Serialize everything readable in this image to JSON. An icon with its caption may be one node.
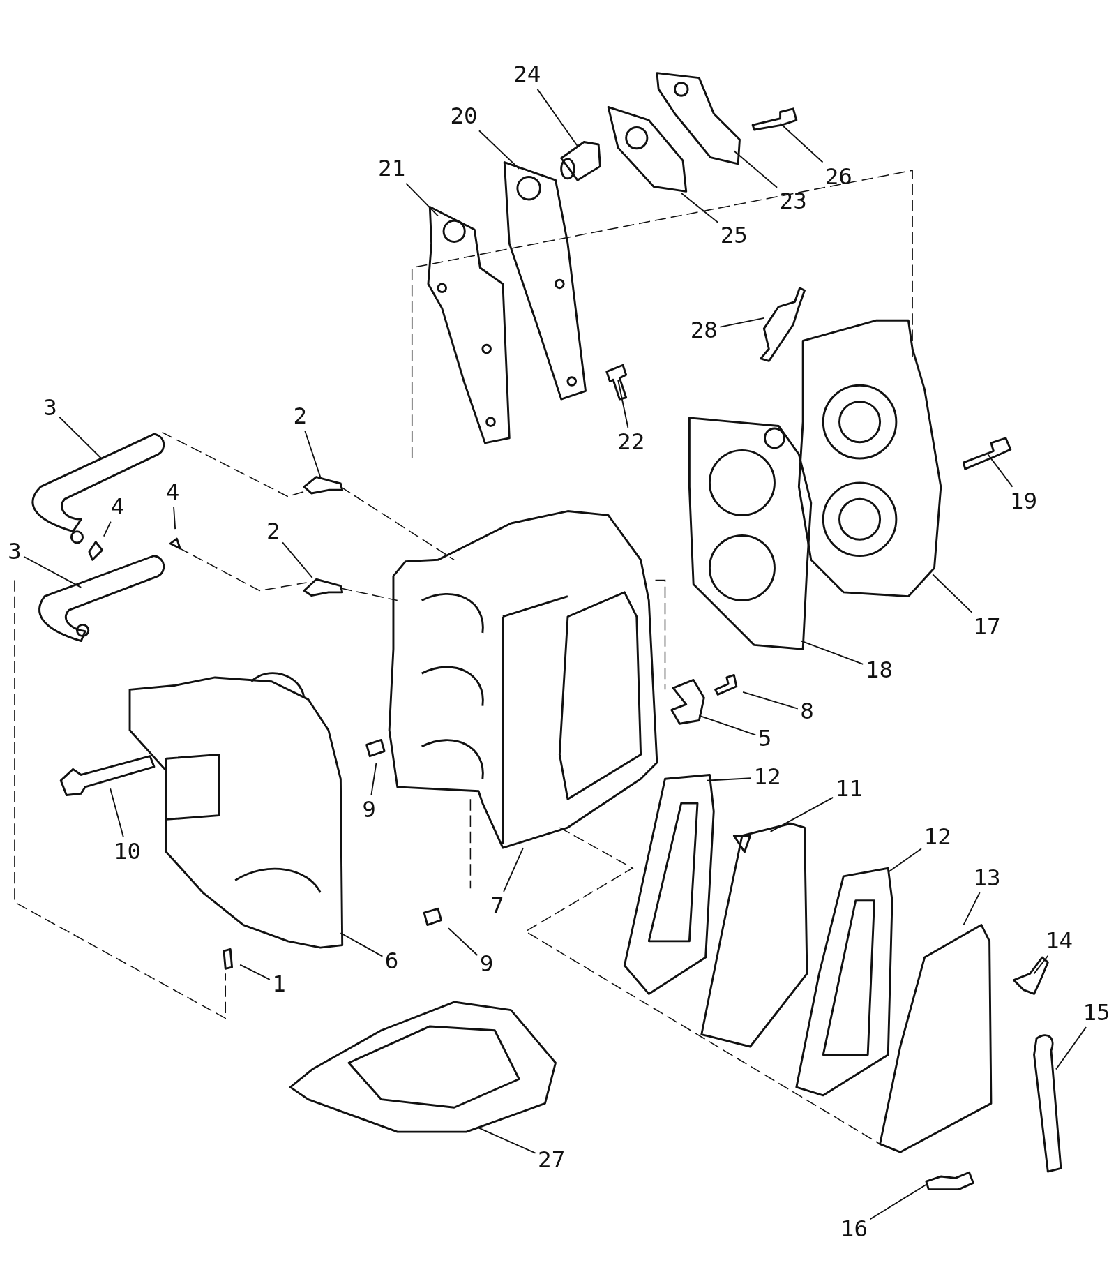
{
  "diagram": {
    "nodes": [
      {
        "text": [
          "24"
        ]
      },
      {
        "text": [
          "20"
        ]
      },
      {
        "text": [
          "21"
        ]
      },
      {
        "text": [
          "26"
        ]
      },
      {
        "text": [
          "23"
        ]
      },
      {
        "text": [
          "25"
        ]
      },
      {
        "text": [
          "28"
        ]
      },
      {
        "text": [
          "3"
        ]
      },
      {
        "text": [
          "2"
        ]
      },
      {
        "text": [
          "22"
        ]
      },
      {
        "text": [
          "4"
        ]
      },
      {
        "text": [
          "19"
        ]
      },
      {
        "text": [
          "4"
        ]
      },
      {
        "text": [
          "2"
        ]
      },
      {
        "text": [
          "3"
        ]
      },
      {
        "text": [
          "17"
        ]
      },
      {
        "text": [
          "18"
        ]
      },
      {
        "text": [
          "8"
        ]
      },
      {
        "text": [
          "5"
        ]
      },
      {
        "text": [
          "12"
        ]
      },
      {
        "text": [
          "11"
        ]
      },
      {
        "text": [
          "9"
        ]
      },
      {
        "text": [
          "12"
        ]
      },
      {
        "text": [
          "10"
        ]
      },
      {
        "text": [
          "13"
        ]
      },
      {
        "text": [
          "7"
        ]
      },
      {
        "text": [
          "14"
        ]
      },
      {
        "text": [
          "9"
        ]
      },
      {
        "text": [
          "6"
        ]
      },
      {
        "text": [
          "1"
        ]
      },
      {
        "text": [
          "15"
        ]
      },
      {
        "text": [
          "27"
        ]
      },
      {
        "text": [
          "16"
        ]
      }
    ],
    "edges": [
      {
        "from": 0,
        "to": null,
        "arrow": "none"
      },
      {
        "from": 1,
        "to": null,
        "arrow": "none"
      },
      {
        "from": 2,
        "to": null,
        "arrow": "none"
      },
      {
        "from": 3,
        "to": null,
        "arrow": "none"
      },
      {
        "from": 4,
        "to": null,
        "arrow": "none"
      },
      {
        "from": 5,
        "to": null,
        "arrow": "none"
      },
      {
        "from": 6,
        "to": null,
        "arrow": "none"
      },
      {
        "from": 7,
        "to": null,
        "arrow": "none"
      },
      {
        "from": 8,
        "to": null,
        "arrow": "none"
      },
      {
        "from": 9,
        "to": null,
        "arrow": "none"
      },
      {
        "from": 10,
        "to": null,
        "arrow": "none"
      },
      {
        "from": 11,
        "to": null,
        "arrow": "none"
      },
      {
        "from": 12,
        "to": null,
        "arrow": "none"
      },
      {
        "from": 13,
        "to": null,
        "arrow": "none"
      },
      {
        "from": 14,
        "to": null,
        "arrow": "none"
      },
      {
        "from": 15,
        "to": null,
        "arrow": "none"
      },
      {
        "from": 16,
        "to": null,
        "arrow": "none"
      },
      {
        "from": 17,
        "to": null,
        "arrow": "none"
      },
      {
        "from": 18,
        "to": null,
        "arrow": "none"
      },
      {
        "from": 19,
        "to": null,
        "arrow": "none"
      },
      {
        "from": 20,
        "to": null,
        "arrow": "none"
      },
      {
        "from": 21,
        "to": null,
        "arrow": "none"
      },
      {
        "from": 22,
        "to": null,
        "arrow": "none"
      },
      {
        "from": 23,
        "to": null,
        "arrow": "none"
      },
      {
        "from": 24,
        "to": null,
        "arrow": "none"
      },
      {
        "from": 25,
        "to": null,
        "arrow": "none"
      },
      {
        "from": 26,
        "to": null,
        "arrow": "none"
      },
      {
        "from": 27,
        "to": null,
        "arrow": "none"
      },
      {
        "from": 28,
        "to": null,
        "arrow": "none"
      },
      {
        "from": 29,
        "to": null,
        "arrow": "none"
      },
      {
        "from": 30,
        "to": null,
        "arrow": "none"
      },
      {
        "from": 31,
        "to": null,
        "arrow": "none"
      },
      {
        "from": 32,
        "to": null,
        "arrow": "none"
      }
    ]
  }
}
